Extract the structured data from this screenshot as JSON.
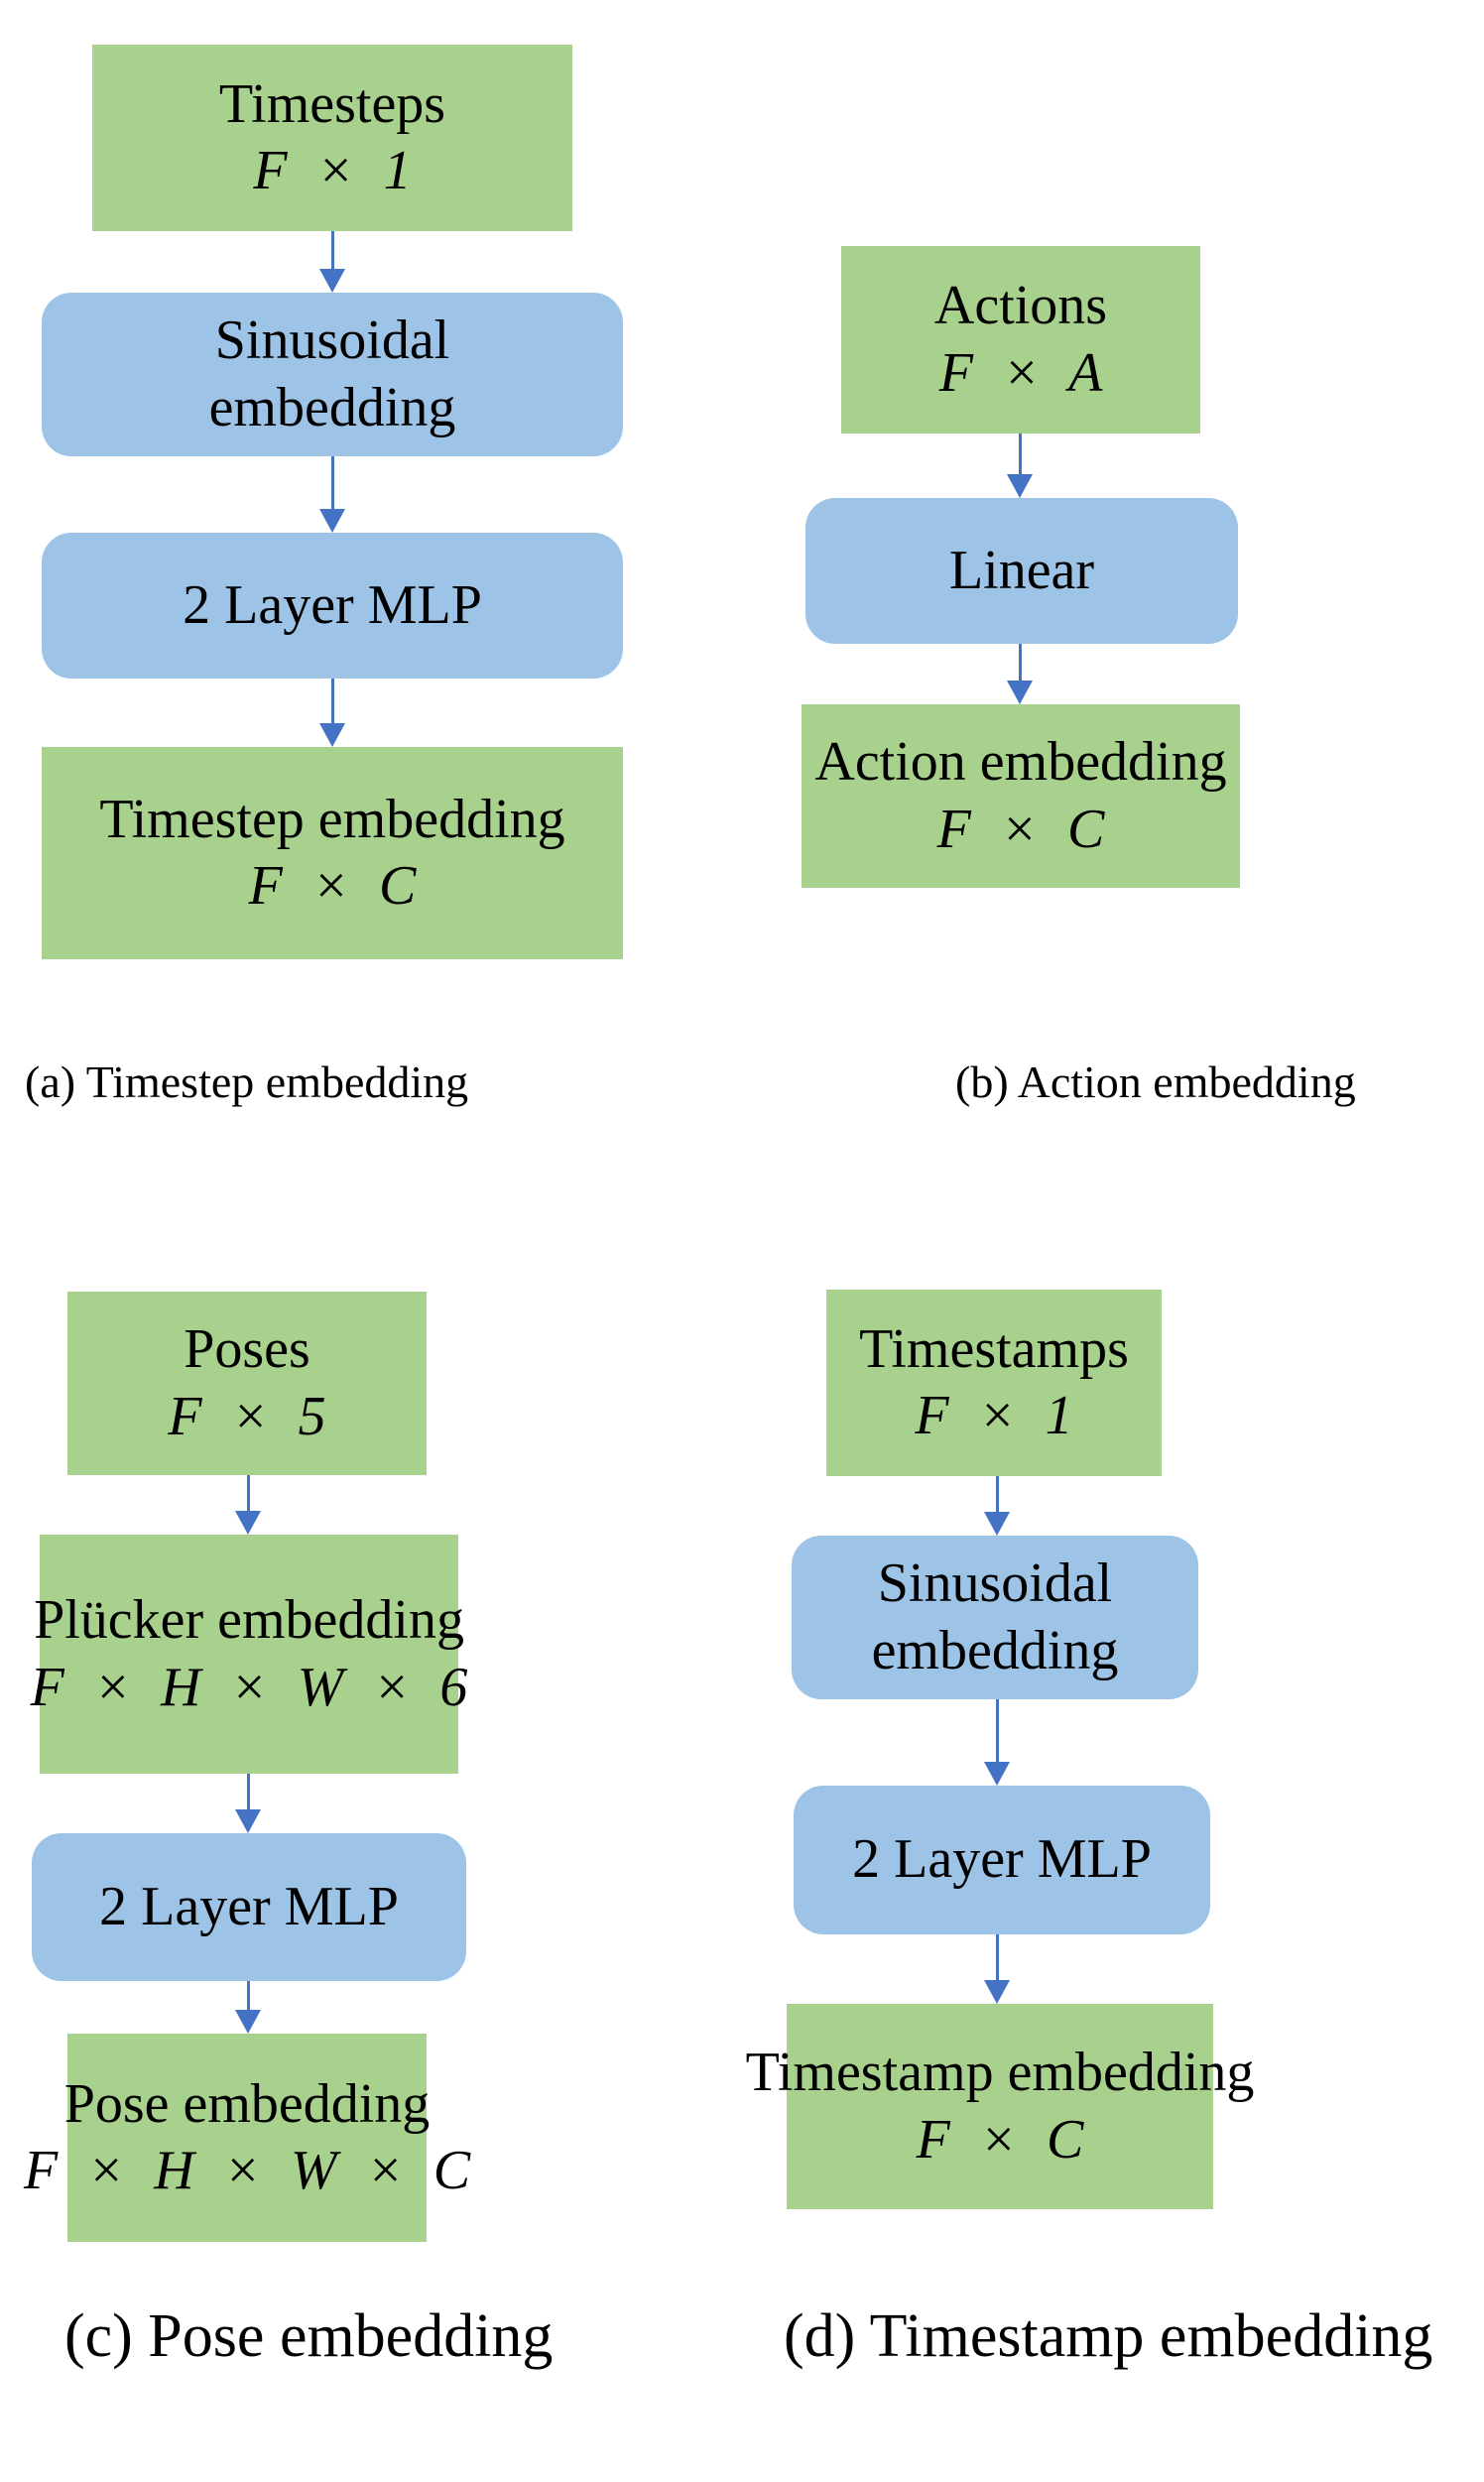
{
  "colors": {
    "green": "#a9d18e",
    "blue": "#9dc3e6",
    "arrow": "#4472c4",
    "text": "#000000",
    "background": "#ffffff"
  },
  "diagrams": {
    "a": {
      "caption": "(a) Timestep embedding",
      "boxes": {
        "input": {
          "line1": "Timesteps",
          "line2": "F × 1"
        },
        "sinusoidal": {
          "line1": "Sinusoidal",
          "line2": "embedding"
        },
        "mlp": {
          "line1": "2 Layer MLP"
        },
        "output": {
          "line1": "Timestep embedding",
          "line2": "F × C"
        }
      }
    },
    "b": {
      "caption": "(b) Action embedding",
      "boxes": {
        "input": {
          "line1": "Actions",
          "line2": "F × A"
        },
        "linear": {
          "line1": "Linear"
        },
        "output": {
          "line1": "Action embedding",
          "line2": "F × C"
        }
      }
    },
    "c": {
      "caption": "(c) Pose embedding",
      "boxes": {
        "input": {
          "line1": "Poses",
          "line2": "F × 5"
        },
        "plucker": {
          "line1": "Plücker embedding",
          "line2": "F × H × W × 6"
        },
        "mlp": {
          "line1": "2 Layer MLP"
        },
        "output": {
          "line1": "Pose embedding",
          "line2": "F × H × W × C"
        }
      }
    },
    "d": {
      "caption": "(d) Timestamp embedding",
      "boxes": {
        "input": {
          "line1": "Timestamps",
          "line2": "F × 1"
        },
        "sinusoidal": {
          "line1": "Sinusoidal",
          "line2": "embedding"
        },
        "mlp": {
          "line1": "2 Layer MLP"
        },
        "output": {
          "line1": "Timestamp embedding",
          "line2": "F × C"
        }
      }
    }
  }
}
